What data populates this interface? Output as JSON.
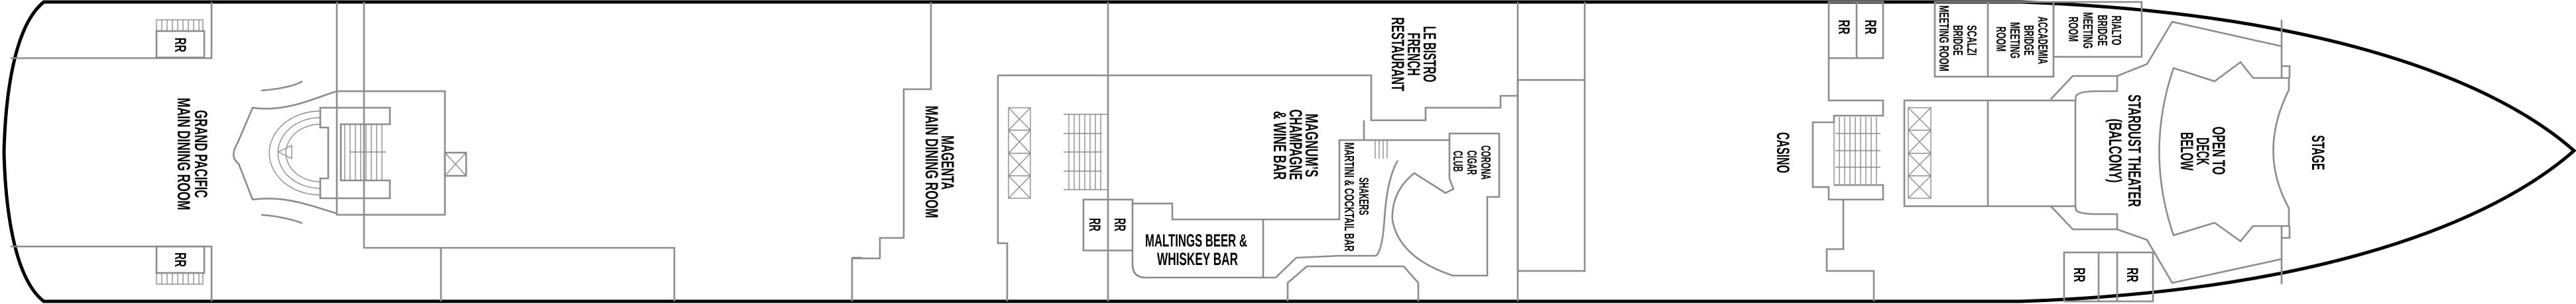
{
  "deck_plan": {
    "restroom_label": "RR",
    "rooms": {
      "grand_pacific": [
        "GRAND PACIFIC",
        "MAIN DINING ROOM"
      ],
      "magenta": [
        "MAGENTA",
        "MAIN DINING ROOM"
      ],
      "le_bistro": [
        "LE BISTRO",
        "FRENCH",
        "RESTAURANT"
      ],
      "magnums": [
        "MAGNUM’S",
        "CHAMPAGNE",
        "& WINE BAR"
      ],
      "shakers": [
        "SHAKERS",
        "MARTINI & COCKTAIL BAR"
      ],
      "corona": [
        "CORONA",
        "CIGAR",
        "CLUB"
      ],
      "maltings": [
        "MALTINGS BEER &",
        "WHISKEY BAR"
      ],
      "casino": [
        "CASINO"
      ],
      "scalzi": [
        "SCALZI",
        "BRIDGE",
        "MEETING ROOM"
      ],
      "accademia": [
        "ACCADEMIA",
        "BRIDGE",
        "MEETING",
        "ROOM"
      ],
      "rialto": [
        "RIALTO",
        "BRIDGE",
        "MEETING",
        "ROOM"
      ],
      "stardust": [
        "STARDUST THEATER",
        "(BALCONY)"
      ],
      "open_below": [
        "OPEN TO",
        "DECK",
        "BELOW"
      ],
      "stage": [
        "STAGE"
      ]
    }
  }
}
